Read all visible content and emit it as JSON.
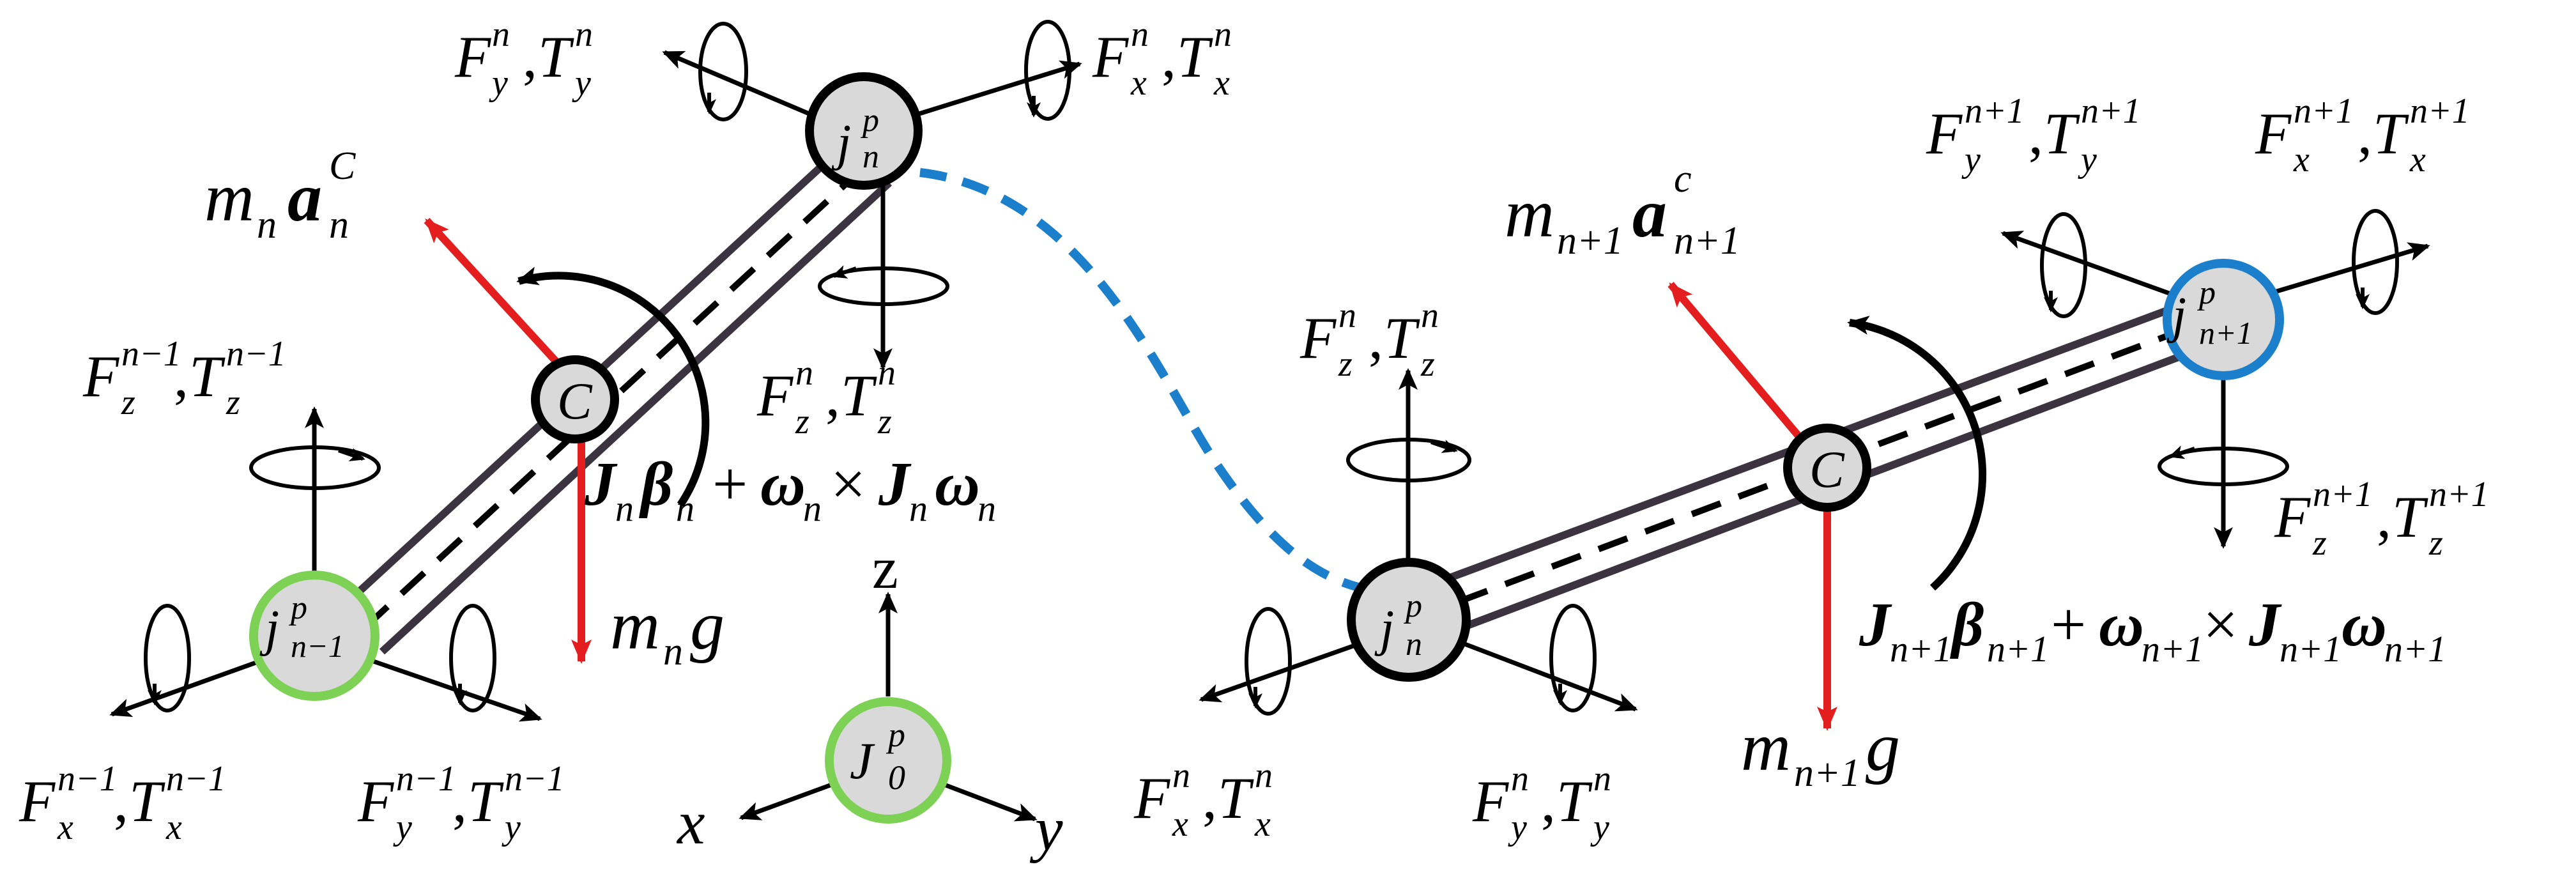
{
  "colors": {
    "force_vector": "#e41e1e",
    "joint_fill": "#d9d9d9",
    "joint_border_base": "#7dd155",
    "joint_border_next": "#1b7fcc",
    "link_outer": "#3b3340",
    "link_dash": "#000000",
    "connector_dash": "#1b7fcc"
  },
  "link_left": {
    "joint_top": {
      "base": "j",
      "sub": "n",
      "sup": "p"
    },
    "joint_bottom": {
      "base": "j",
      "sub": "n−1",
      "sup": "p"
    },
    "center": {
      "label": "C"
    },
    "inertial_force": {
      "m": "m",
      "m_sub": "n",
      "a": "a",
      "a_sub": "n",
      "a_sup": "C"
    },
    "moment": {
      "J": "J",
      "J_sub": "n",
      "beta": "β",
      "beta_sub": "n",
      "plus": "+",
      "omega": "ω",
      "omega_sub": "n",
      "times": "×",
      "J2": "J",
      "J2_sub": "n",
      "omega2": "ω",
      "omega2_sub": "n"
    },
    "gravity": {
      "m": "m",
      "m_sub": "n",
      "g": "g"
    },
    "top_fy": {
      "F": "F",
      "F_sub": "y",
      "F_sup": "n",
      "comma": ",",
      "T": "T",
      "T_sub": "y",
      "T_sup": "n"
    },
    "top_fx": {
      "F": "F",
      "F_sub": "x",
      "F_sup": "n",
      "comma": ",",
      "T": "T",
      "T_sub": "x",
      "T_sup": "n"
    },
    "top_fz": {
      "F": "F",
      "F_sub": "z",
      "F_sup": "n",
      "comma": ",",
      "T": "T",
      "T_sub": "z",
      "T_sup": "n"
    },
    "bottom_fz": {
      "F": "F",
      "F_sub": "z",
      "F_sup": "n−1",
      "comma": ",",
      "T": "T",
      "T_sub": "z",
      "T_sup": "n−1"
    },
    "bottom_fx": {
      "F": "F",
      "F_sub": "x",
      "F_sup": "n−1",
      "comma": ",",
      "T": "T",
      "T_sub": "x",
      "T_sup": "n−1"
    },
    "bottom_fy": {
      "F": "F",
      "F_sub": "y",
      "F_sup": "n−1",
      "comma": ",",
      "T": "T",
      "T_sub": "y",
      "T_sup": "n−1"
    }
  },
  "base_frame": {
    "joint": {
      "base": "J",
      "sub": "0",
      "sup": "p"
    },
    "axis_z": "z",
    "axis_x": "x",
    "axis_y": "y"
  },
  "link_right": {
    "joint_left": {
      "base": "j",
      "sub": "n",
      "sup": "p"
    },
    "joint_right": {
      "base": "j",
      "sub": "n+1",
      "sup": "p"
    },
    "center": {
      "label": "C"
    },
    "inertial_force": {
      "m": "m",
      "m_sub": "n+1",
      "a": "a",
      "a_sub": "n+1",
      "a_sup": "c"
    },
    "moment": {
      "J": "J",
      "J_sub": "n+1",
      "beta": "β",
      "beta_sub": "n+1",
      "plus": "+",
      "omega": "ω",
      "omega_sub": "n+1",
      "times": "×",
      "J2": "J",
      "J2_sub": "n+1",
      "omega2": "ω",
      "omega2_sub": "n+1"
    },
    "gravity": {
      "m": "m",
      "m_sub": "n+1",
      "g": "g"
    },
    "left_fz": {
      "F": "F",
      "F_sub": "z",
      "F_sup": "n",
      "comma": ",",
      "T": "T",
      "T_sub": "z",
      "T_sup": "n"
    },
    "left_fx": {
      "F": "F",
      "F_sub": "x",
      "F_sup": "n",
      "comma": ",",
      "T": "T",
      "T_sub": "x",
      "T_sup": "n"
    },
    "left_fy": {
      "F": "F",
      "F_sub": "y",
      "F_sup": "n",
      "comma": ",",
      "T": "T",
      "T_sub": "y",
      "T_sup": "n"
    },
    "right_fy": {
      "F": "F",
      "F_sub": "y",
      "F_sup": "n+1",
      "comma": ",",
      "T": "T",
      "T_sub": "y",
      "T_sup": "n+1"
    },
    "right_fx": {
      "F": "F",
      "F_sub": "x",
      "F_sup": "n+1",
      "comma": ",",
      "T": "T",
      "T_sub": "x",
      "T_sup": "n+1"
    },
    "right_fz": {
      "F": "F",
      "F_sub": "z",
      "F_sup": "n+1",
      "comma": ",",
      "T": "T",
      "T_sub": "z",
      "T_sup": "n+1"
    }
  }
}
